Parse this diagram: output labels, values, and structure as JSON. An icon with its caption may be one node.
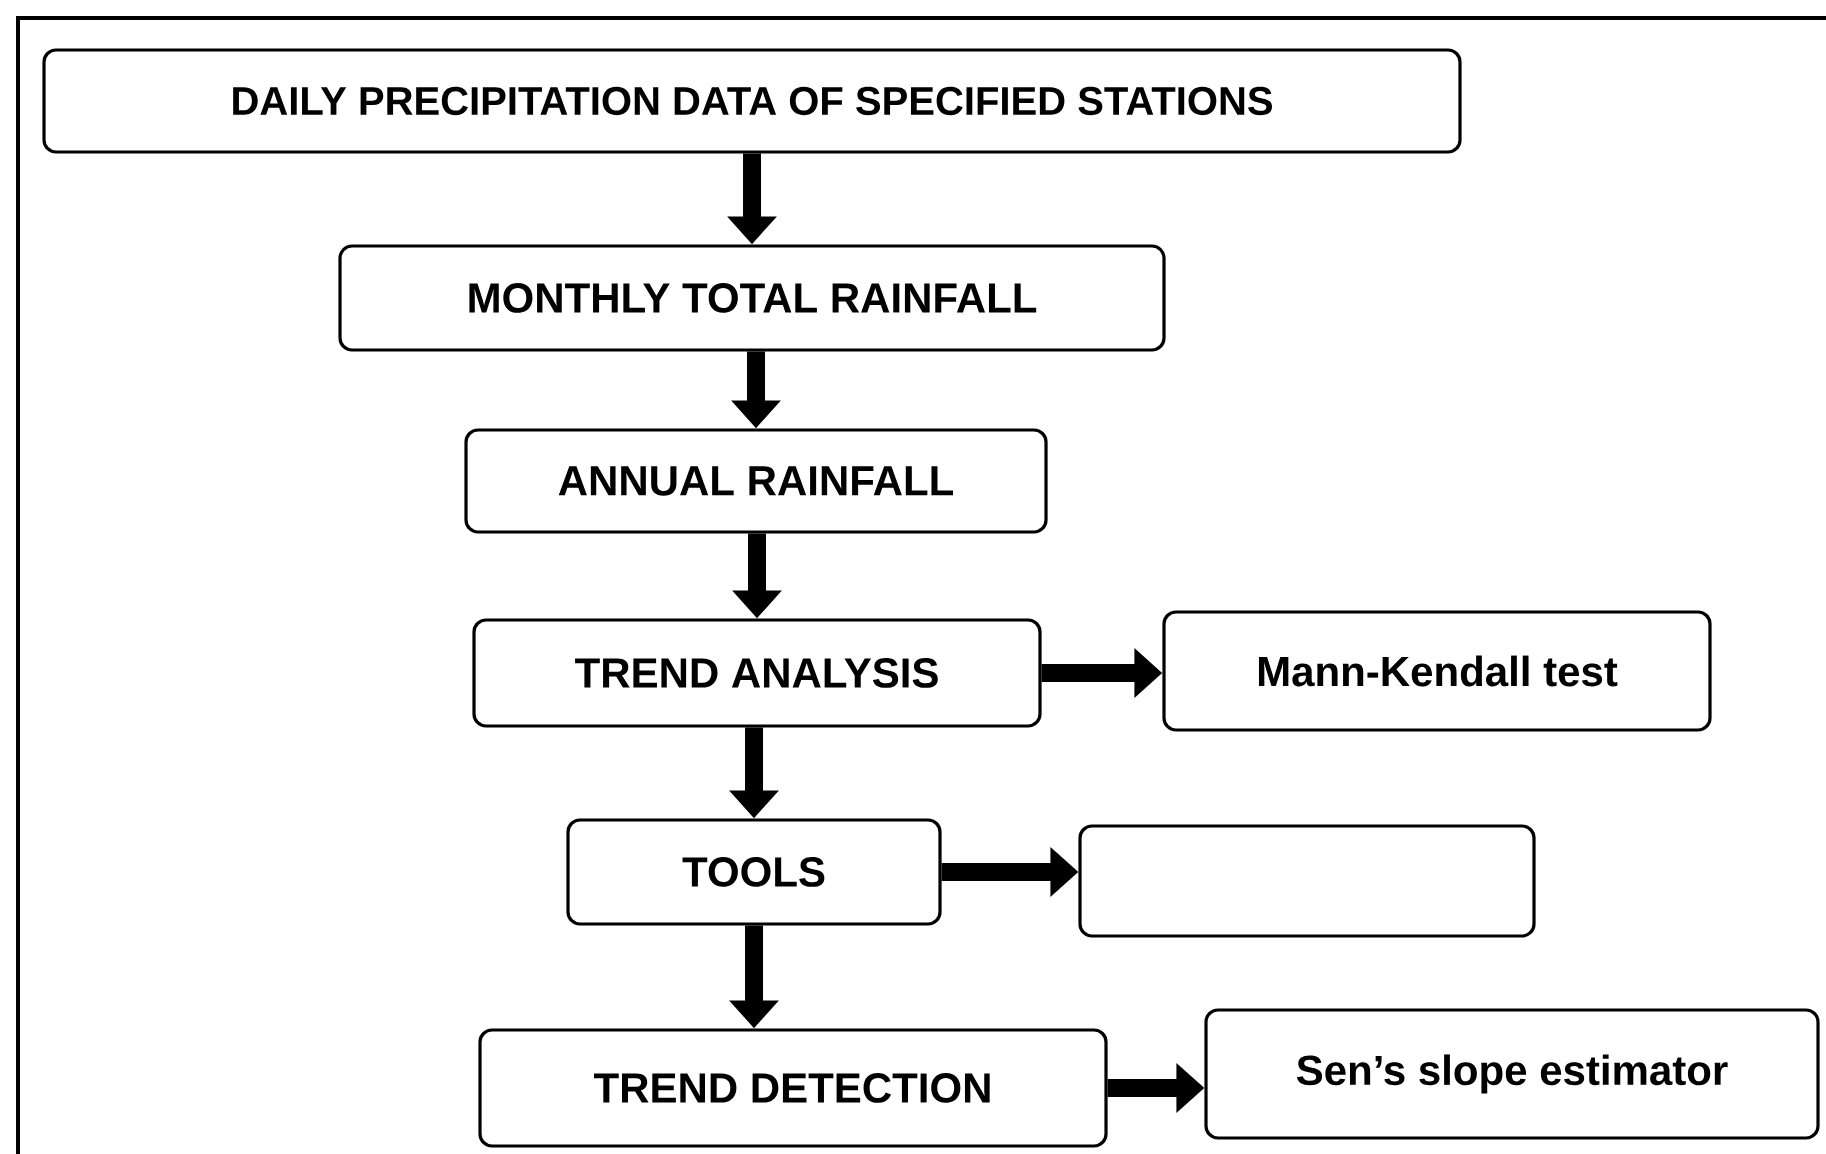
{
  "diagram": {
    "nodes": [
      {
        "text": [
          "DAILY PRECIPITATION DATA OF SPECIFIED STATIONS"
        ]
      },
      {
        "text": [
          "MONTHLY TOTAL RAINFALL"
        ]
      },
      {
        "text": [
          "ANNUAL RAINFALL"
        ]
      },
      {
        "text": [
          "TREND ANALYSIS"
        ]
      },
      {
        "text": [
          "Mann-Kendall test"
        ]
      },
      {
        "text": [
          "TOOLS"
        ]
      },
      {
        "text": [],
        "shape": "box"
      },
      {
        "text": [
          "TREND DETECTION"
        ]
      },
      {
        "text": [
          "Sen’s slope estimator"
        ]
      }
    ],
    "edges": [
      {
        "from": 0,
        "to": 1,
        "arrow": "to"
      },
      {
        "from": 1,
        "to": 2,
        "arrow": "to"
      },
      {
        "from": 2,
        "to": 3,
        "arrow": "to"
      },
      {
        "from": 3,
        "to": 4,
        "arrow": "to"
      },
      {
        "from": 3,
        "to": 5,
        "arrow": "to"
      },
      {
        "from": 5,
        "to": 6,
        "arrow": "to"
      },
      {
        "from": 5,
        "to": 7,
        "arrow": "to"
      },
      {
        "from": 7,
        "to": 8,
        "arrow": "to"
      }
    ]
  }
}
